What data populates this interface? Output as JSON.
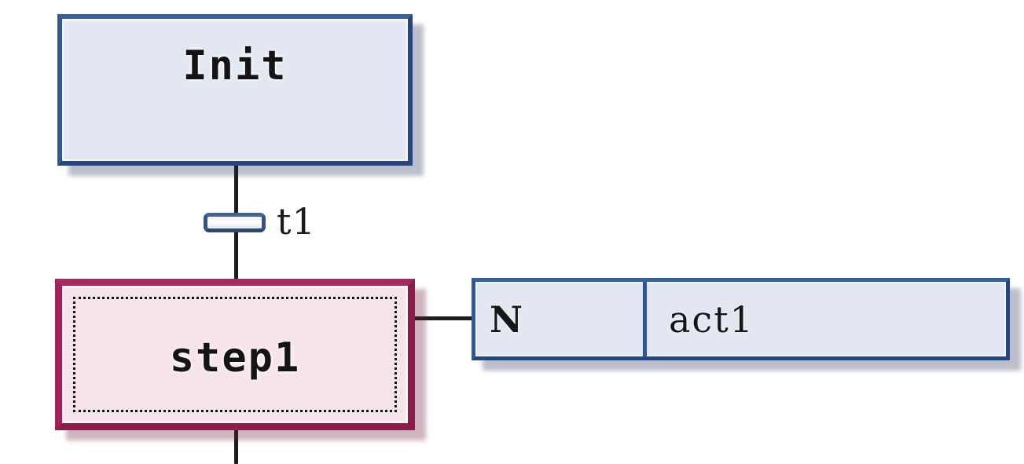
{
  "diagram": {
    "type": "sequential-function-chart",
    "background_color": "#ffffff",
    "steps": [
      {
        "id": "init",
        "label": "Init",
        "kind": "initial-step",
        "selected": false,
        "fill_color": "#e2e7f2",
        "border_color": "#2e5592"
      },
      {
        "id": "step1",
        "label": "step1",
        "kind": "step",
        "selected": true,
        "fill_color": "#f7e3ec",
        "border_color": "#9e2359",
        "selection_border": "dotted-black"
      }
    ],
    "transitions": [
      {
        "id": "t1",
        "label": "t1",
        "from": "init",
        "to": "step1",
        "fill_color": "#eef2fa",
        "border_color": "#2e5592"
      }
    ],
    "actions": [
      {
        "id": "action-1",
        "attached_to": "step1",
        "qualifier": "N",
        "name": "act1",
        "fill_color": "#e2e7f2",
        "border_color": "#2e5592"
      }
    ]
  }
}
